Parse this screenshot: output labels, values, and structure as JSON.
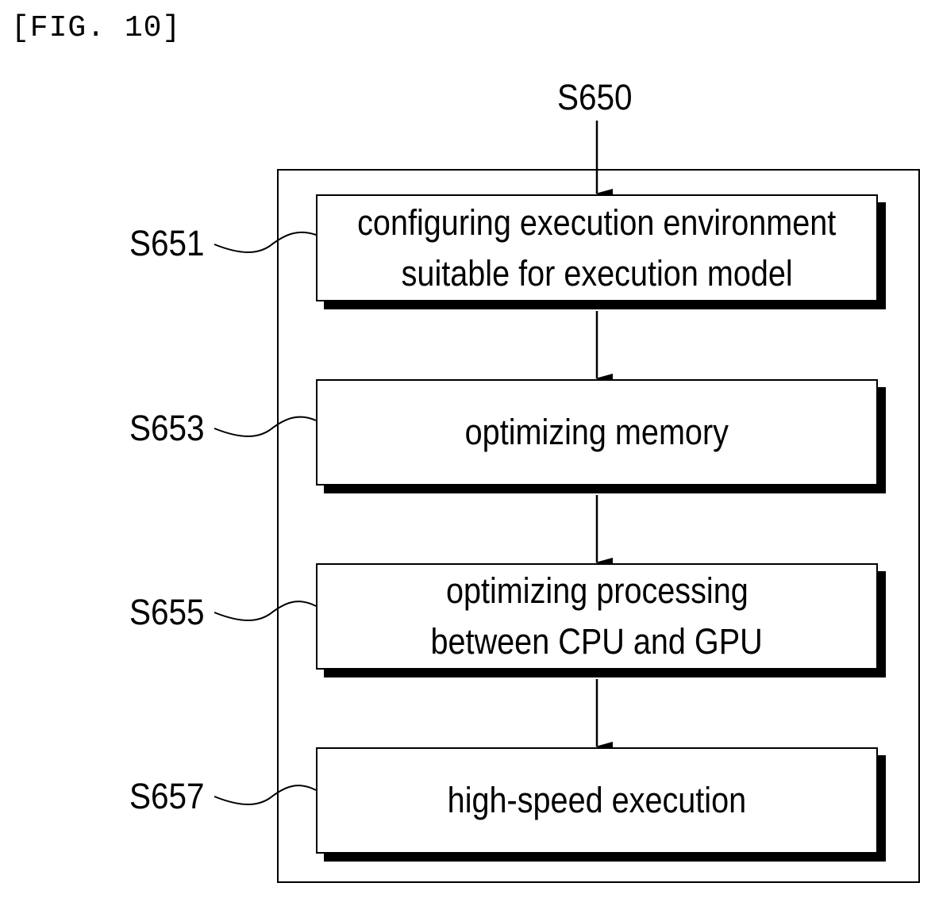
{
  "figure_label": "[FIG. 10]",
  "entry_label": "S650",
  "steps": [
    {
      "ref": "S651",
      "lines": [
        "configuring execution environment",
        "suitable for execution model"
      ]
    },
    {
      "ref": "S653",
      "lines": [
        "optimizing memory"
      ]
    },
    {
      "ref": "S655",
      "lines": [
        "optimizing processing",
        "between CPU and GPU"
      ]
    },
    {
      "ref": "S657",
      "lines": [
        "high-speed execution"
      ]
    }
  ]
}
